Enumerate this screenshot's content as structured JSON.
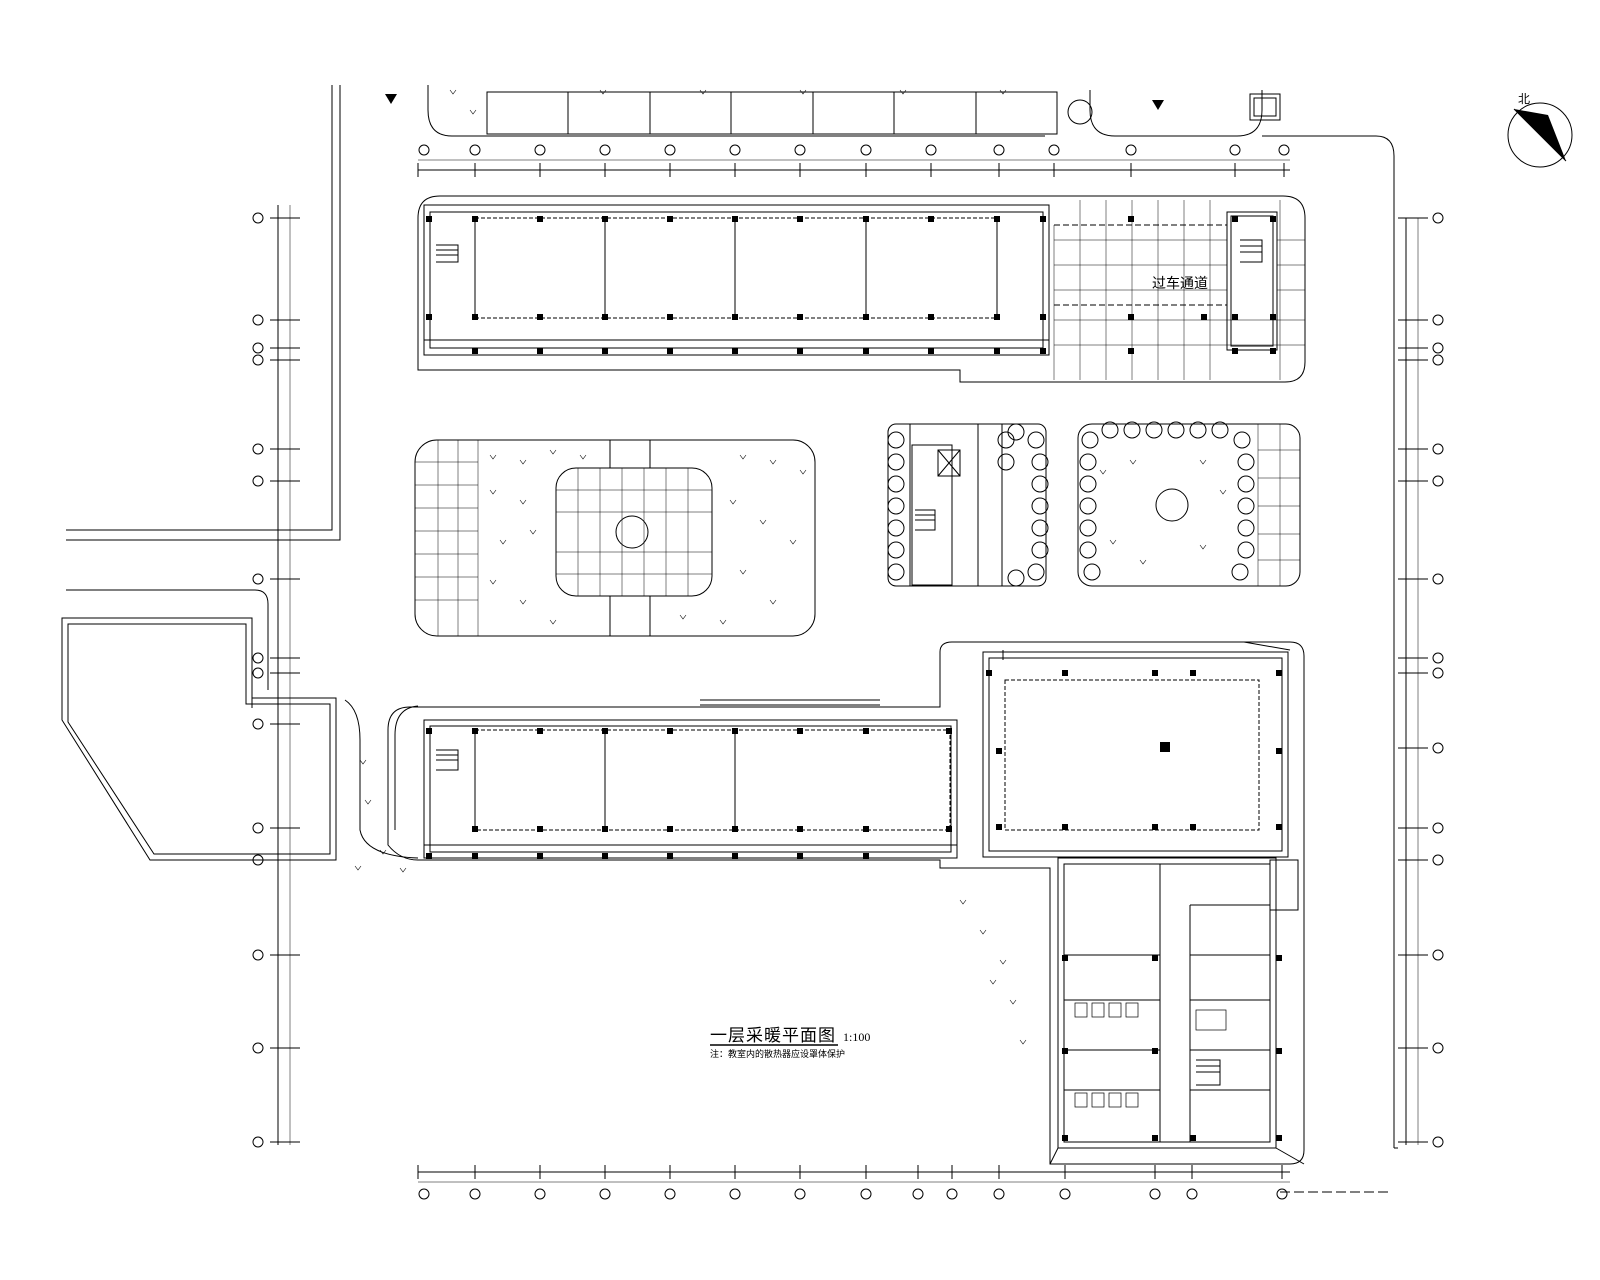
{
  "drawing": {
    "title": "一层采暖平面图",
    "scale": "1:100",
    "note": "注：教室内的散热器应设罩体保护",
    "north_label": "北"
  },
  "rooms": {
    "driveway": "过车通道"
  },
  "colors": {
    "line": "#000000",
    "background": "#ffffff"
  }
}
